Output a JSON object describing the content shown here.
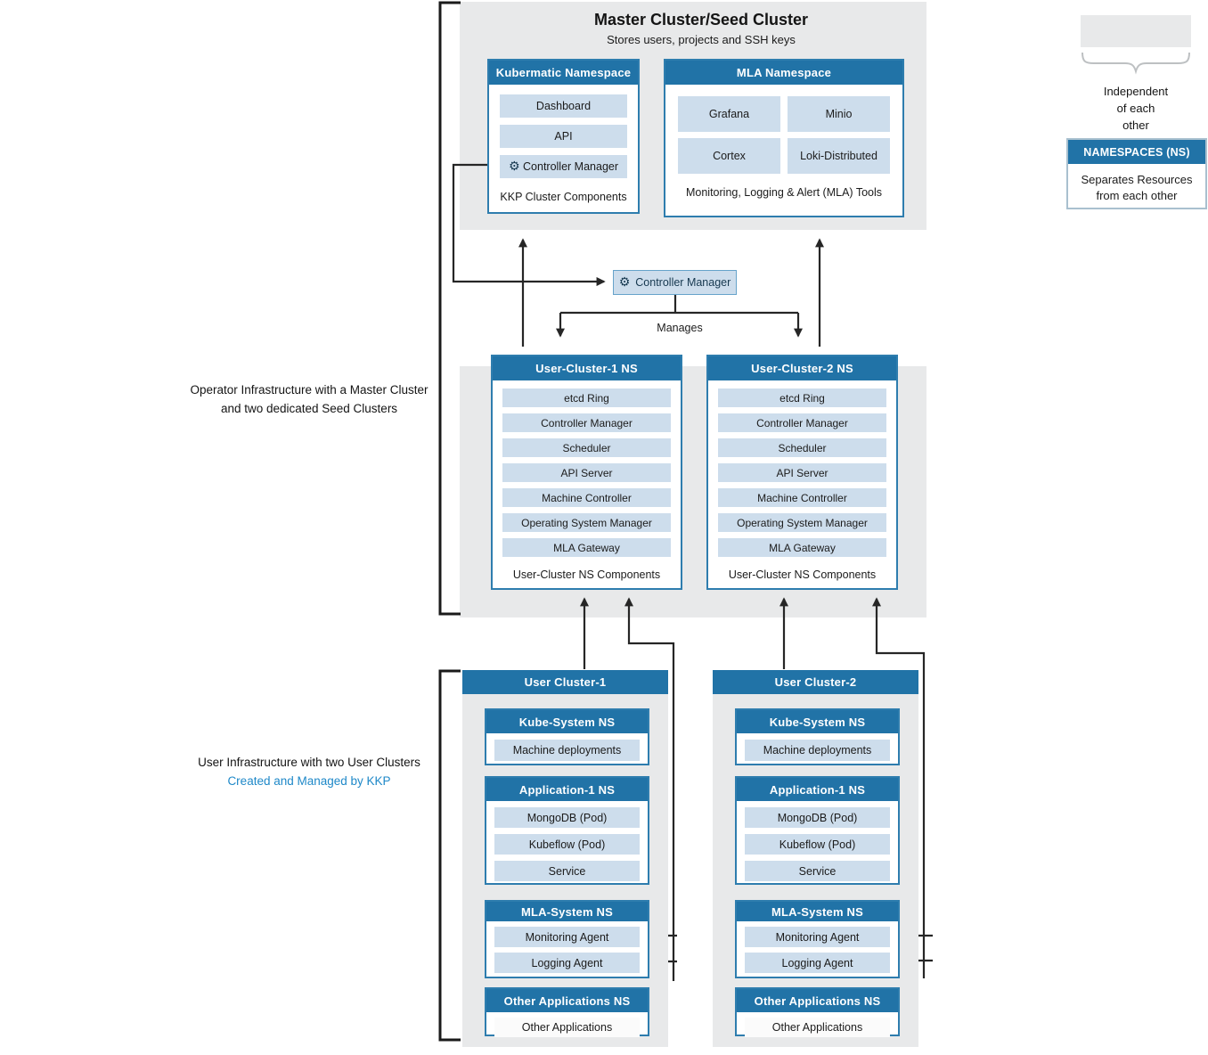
{
  "icons": {
    "gear": "⚙"
  },
  "colors": {
    "header_blue": "#2173a7",
    "row_blue": "#cdddec",
    "panel_border": "#2e7dae",
    "container_gray": "#e8e9ea",
    "caption_blue": "#1e88c8",
    "line_dark": "#262626"
  },
  "master": {
    "title": "Master Cluster/Seed Cluster",
    "subtitle": "Stores users, projects and SSH keys",
    "kubermatic_namespace": {
      "title": "Kubermatic Namespace",
      "items": [
        "Dashboard",
        "API",
        "Controller Manager"
      ],
      "footer": "KKP Cluster Components"
    },
    "mla_namespace": {
      "title": "MLA Namespace",
      "items": [
        "Grafana",
        "Minio",
        "Cortex",
        "Loki-Distributed"
      ],
      "footer": "Monitoring, Logging & Alert (MLA) Tools"
    }
  },
  "controller_manager": {
    "label": "Controller Manager",
    "manages_label": "Manages"
  },
  "seed": {
    "clusters": [
      {
        "title": "User-Cluster-1 NS",
        "items": [
          "etcd Ring",
          "Controller Manager",
          "Scheduler",
          "API Server",
          "Machine Controller",
          "Operating System Manager",
          "MLA Gateway"
        ],
        "footer": "User-Cluster NS Components"
      },
      {
        "title": "User-Cluster-2 NS",
        "items": [
          "etcd Ring",
          "Controller Manager",
          "Scheduler",
          "API Server",
          "Machine Controller",
          "Operating System Manager",
          "MLA Gateway"
        ],
        "footer": "User-Cluster NS Components"
      }
    ]
  },
  "user_clusters": [
    {
      "title": "User Cluster-1",
      "namespaces": [
        {
          "title": "Kube-System NS",
          "items": [
            "Machine deployments"
          ]
        },
        {
          "title": "Application-1 NS",
          "items": [
            "MongoDB (Pod)",
            "Kubeflow (Pod)",
            "Service"
          ]
        },
        {
          "title": "MLA-System NS",
          "items": [
            "Monitoring Agent",
            "Logging Agent"
          ]
        },
        {
          "title": "Other Applications NS",
          "items": [
            "Other Applications"
          ]
        }
      ]
    },
    {
      "title": "User Cluster-2",
      "namespaces": [
        {
          "title": "Kube-System NS",
          "items": [
            "Machine deployments"
          ]
        },
        {
          "title": "Application-1 NS",
          "items": [
            "MongoDB (Pod)",
            "Kubeflow (Pod)",
            "Service"
          ]
        },
        {
          "title": "MLA-System NS",
          "items": [
            "Monitoring Agent",
            "Logging Agent"
          ]
        },
        {
          "title": "Other Applications NS",
          "items": [
            "Other Applications"
          ]
        }
      ]
    }
  ],
  "captions": {
    "operator": [
      "Operator Infrastructure with a Master Cluster",
      "and two dedicated Seed Clusters"
    ],
    "user": [
      "User Infrastructure with two User Clusters",
      "Created and Managed by KKP"
    ]
  },
  "legend": {
    "independent": [
      "Independent",
      "of each",
      "other"
    ],
    "namespaces_box": {
      "title": "NAMESPACES (NS)",
      "body_lines": [
        "Separates Resources",
        "from each other"
      ]
    }
  }
}
